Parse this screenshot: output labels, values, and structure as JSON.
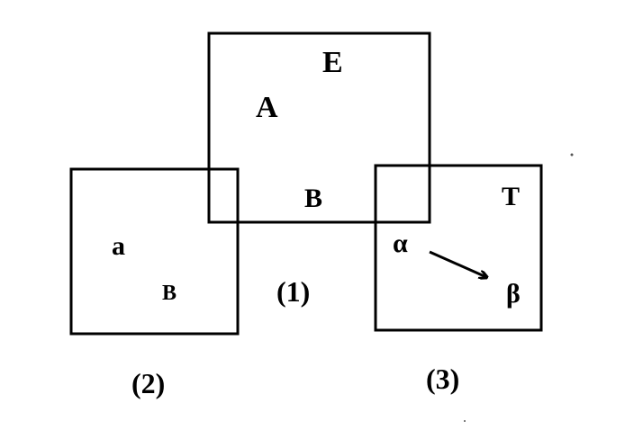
{
  "diagram": {
    "region_1": {
      "caption": "(1)",
      "labels": [
        "E",
        "A",
        "B"
      ]
    },
    "region_2": {
      "caption": "(2)",
      "labels": [
        "a",
        "B"
      ]
    },
    "region_3": {
      "caption": "(3)",
      "labels": [
        "T",
        "α",
        "β"
      ],
      "arrow": {
        "from": "α",
        "to": "β"
      }
    }
  },
  "colors": {
    "stroke": "#000000",
    "background": "#ffffff"
  }
}
